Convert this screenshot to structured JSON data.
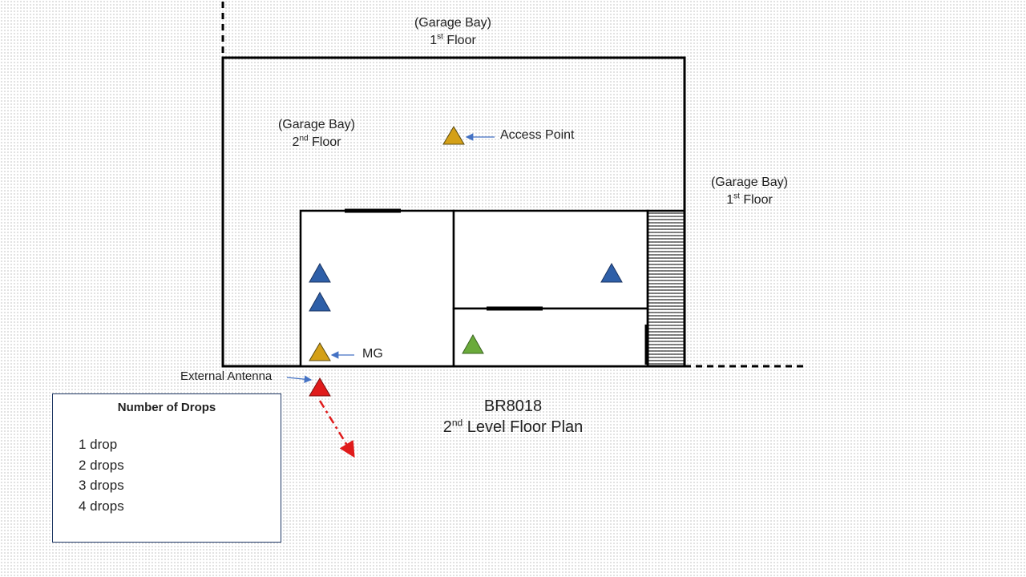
{
  "labels": {
    "top_garage_bay": "(Garage Bay)",
    "top_floor_num": "1",
    "top_floor_sup": "st",
    "top_floor_word": "Floor",
    "inner_garage_bay": "(Garage Bay)",
    "inner_floor_num": "2",
    "inner_floor_sup": "nd",
    "inner_floor_word": "Floor",
    "right_garage_bay": "(Garage Bay)",
    "right_floor_num": "1",
    "right_floor_sup": "st",
    "right_floor_word": "Floor",
    "access_point": "Access Point",
    "mg": "MG",
    "external_antenna": "External Antenna"
  },
  "caption": {
    "line1": "BR8018",
    "line2_num": "2",
    "line2_sup": "nd",
    "line2_rest": "Level Floor Plan"
  },
  "legend": {
    "title": "Number of Drops",
    "items": [
      {
        "label": "1 drop",
        "color": "#d4a017"
      },
      {
        "label": "2 drops",
        "color": "#6aaa3a"
      },
      {
        "label": "3 drops",
        "color": "#2e5fa8"
      },
      {
        "label": "4 drops",
        "color": "#5b2a86"
      }
    ]
  },
  "colors": {
    "one_drop": "#d4a017",
    "two_drops": "#6aaa3a",
    "three_drops": "#2e5fa8",
    "four_drops": "#5b2a86",
    "antenna": "#e01b1b",
    "callout_arrow": "#4472c4",
    "legend_border": "#1f3864"
  }
}
